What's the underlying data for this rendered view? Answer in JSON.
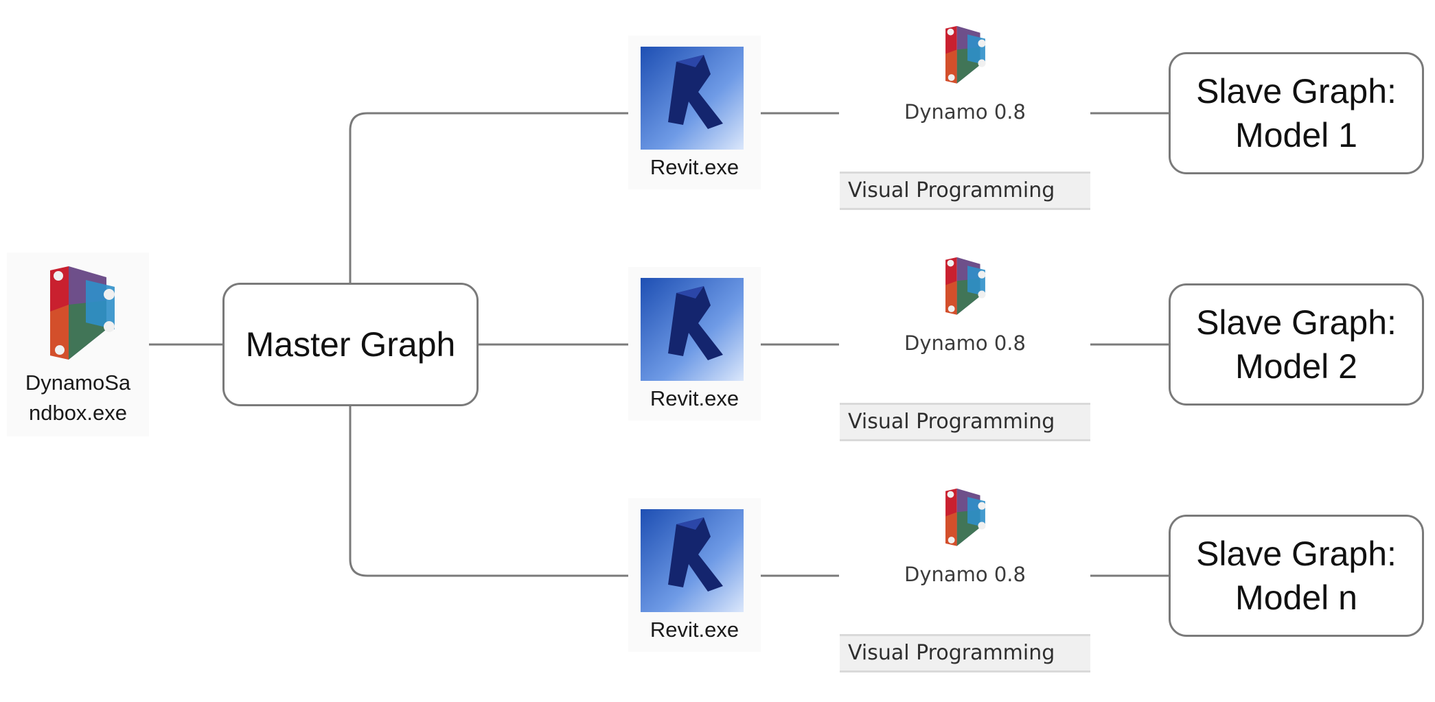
{
  "colors": {
    "connector": "#7a7a7a",
    "box_border": "#7a7a7a",
    "revit_blue": "#2a5cc0",
    "dynamo_red": "#d62e3a",
    "dynamo_blue": "#2f8fc9",
    "dynamo_green": "#3f8f4a",
    "dynamo_olive": "#a08c4a"
  },
  "sandbox": {
    "label_line1": "DynamoSa",
    "label_line2": "ndbox.exe",
    "icon": "dynamo-icon"
  },
  "master": {
    "label": "Master Graph"
  },
  "branches": [
    {
      "revit_label": "Revit.exe",
      "dynamo_title": "Dynamo 0.8",
      "dynamo_caption": "Visual Programming",
      "slave_line1": "Slave Graph:",
      "slave_line2": "Model 1"
    },
    {
      "revit_label": "Revit.exe",
      "dynamo_title": "Dynamo 0.8",
      "dynamo_caption": "Visual Programming",
      "slave_line1": "Slave Graph:",
      "slave_line2": "Model 2"
    },
    {
      "revit_label": "Revit.exe",
      "dynamo_title": "Dynamo 0.8",
      "dynamo_caption": "Visual Programming",
      "slave_line1": "Slave Graph:",
      "slave_line2": "Model n"
    }
  ]
}
